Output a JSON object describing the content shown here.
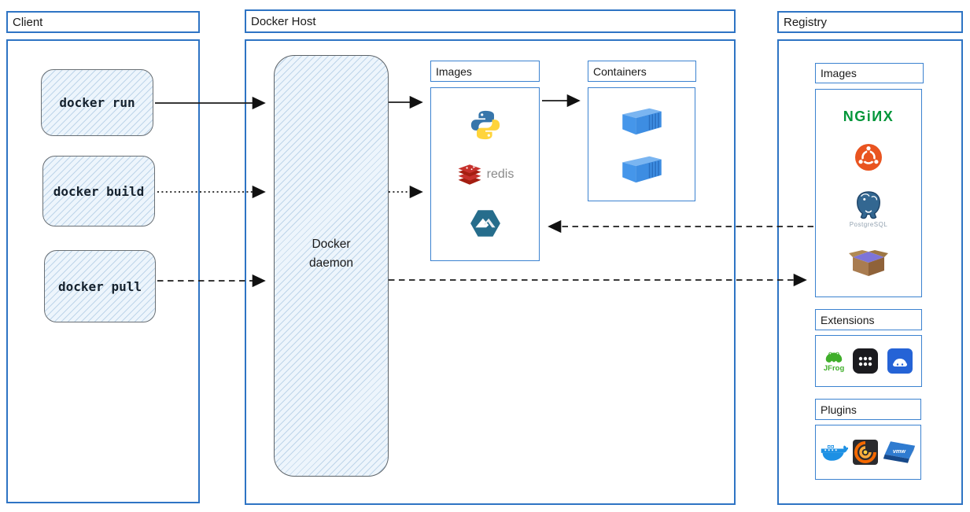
{
  "client": {
    "title": "Client",
    "commands": [
      "docker run",
      "docker build",
      "docker pull"
    ]
  },
  "docker_host": {
    "title": "Docker Host",
    "daemon_label": "Docker daemon",
    "images_panel": {
      "title": "Images",
      "icons": [
        "python",
        "redis",
        "mountain-hexagon"
      ]
    },
    "containers_panel": {
      "title": "Containers",
      "icons": [
        "container-3d",
        "container-3d"
      ]
    }
  },
  "registry": {
    "title": "Registry",
    "images_panel": {
      "title": "Images",
      "icons": [
        "nginx",
        "ubuntu",
        "postgresql",
        "package-box"
      ]
    },
    "extensions_panel": {
      "title": "Extensions",
      "icons": [
        "jfrog",
        "app-grid",
        "disk-drive"
      ]
    },
    "plugins_panel": {
      "title": "Plugins",
      "icons": [
        "docker-whale",
        "grafana",
        "vmware"
      ]
    }
  },
  "labels": {
    "redis": "redis",
    "nginx": "NGiИX",
    "postgresql": "PostgreSQL",
    "jfrog": "JFrog",
    "vmware": "vmw"
  },
  "colors": {
    "outer_border": "#2e74c4",
    "inner_border": "#3b82d0",
    "hatch_fill": "#edf5fc",
    "arrow": "#1c1c1c",
    "nginx_green": "#009639",
    "ubuntu_orange": "#e95420",
    "redis_red": "#c6302b",
    "python_blue": "#3776ab",
    "python_yellow": "#ffd43b",
    "container_blue": "#4596ea",
    "mountain_teal": "#266d8c",
    "docker_blue": "#1d90e4",
    "grafana_orange": "#f46800",
    "vmware_blue": "#2f7bd0"
  }
}
